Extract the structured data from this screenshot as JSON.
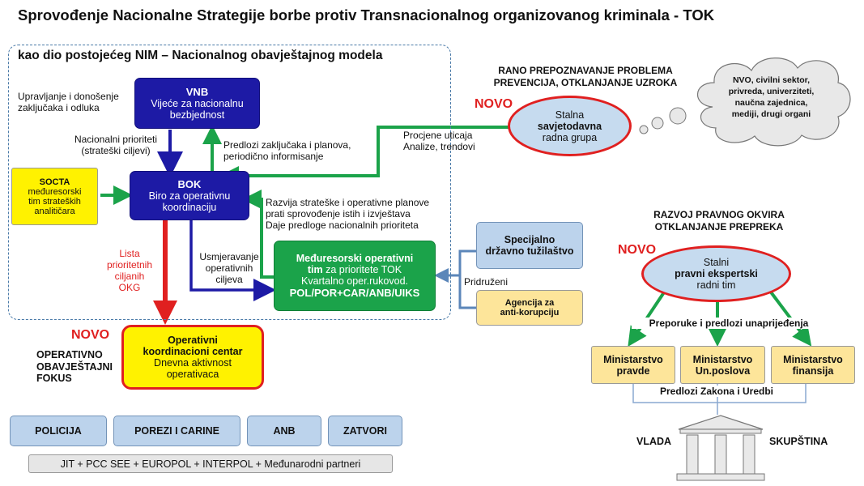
{
  "title": "Sprovođenje Nacionalne Strategije borbe protiv Transnacionalnog organizovanog kriminala - TOK",
  "frame_title": "kao dio postojećeg NIM – Nacionalnog obavještajnog modela",
  "vnb": {
    "title": "VNB",
    "line1": "Vijeće za nacionalnu",
    "line2": "bezbjednost"
  },
  "bok": {
    "title": "BOK",
    "line1": "Biro za operativnu",
    "line2": "koordinaciju"
  },
  "socta": {
    "title": "SOCTA",
    "line1": "međuresorski",
    "line2": "tim strateških",
    "line3": "analitičara"
  },
  "mot": {
    "line1a": "Međuresorski operativni",
    "line2a": "tim",
    "line2b": " za prioritete TOK",
    "line3": "Kvartalno oper.rukovod.",
    "line4": "POL/POR+CAR/ANB/UIKS"
  },
  "labels": {
    "upravljanje1": "Upravljanje  i donošenje",
    "upravljanje2": "zaključaka  i odluka",
    "prioriteti1": "Nacionalni  prioriteti",
    "prioriteti2": "(strateški ciljevi)",
    "predlozi1": "Predlozi zaključaka i planova,",
    "predlozi2": "periodično informisanje",
    "procjene1": "Procjene uticaja",
    "procjene2": "Analize, trendovi",
    "razvija1": "Razvija  strateške i operativne planove",
    "razvija2": "prati sprovođenje  istih i izvještava",
    "razvija3": "Daje predloge nacionalnih  prioriteta",
    "lista1": "Lista",
    "lista2": "prioritetnih",
    "lista3": "ciljanih",
    "lista4": "OKG",
    "usmjer1": "Usmjeravanje",
    "usmjer2": "operativnih",
    "usmjer3": "ciljeva",
    "pridruzeni": "Pridruženi"
  },
  "rano": {
    "line1": "RANO PREPOZNAVANJE PROBLEMA",
    "line2": "PREVENCIJA, OTKLANJANJE UZROKA"
  },
  "novo": "NOVO",
  "savjet": {
    "line1": "Stalna",
    "line2": "savjetodavna",
    "line3": "radna grupa"
  },
  "cloud": {
    "line1": "NVO, civilni sektor,",
    "line2": "privreda, univerziteti,",
    "line3": "naučna zajednica,",
    "line4": "mediji, drugi organi"
  },
  "specijalno": {
    "line1": "Specijalno",
    "line2": "državno tužilaštvo"
  },
  "agencija": {
    "line1": "Agencija za",
    "line2": "anti-korupciju"
  },
  "razvoj": {
    "line1": "RAZVOJ PRAVNOG OKVIRA",
    "line2": "OTKLANJANJE PREPREKA"
  },
  "pravni": {
    "line1": "Stalni",
    "line2": "pravni ekspertski",
    "line3": "radni tim"
  },
  "preporuke": "Preporuke i predlozi unaprijeđenja",
  "ministarstva": [
    {
      "line1": "Ministarstvo",
      "line2": "pravde"
    },
    {
      "line1": "Ministarstvo",
      "line2": "Un.poslova"
    },
    {
      "line1": "Ministarstvo",
      "line2": "finansija"
    }
  ],
  "predlozi_zakona": "Predlozi Zakona i Uredbi",
  "vlada": "VLADA",
  "skupstina": "SKUPŠTINA",
  "okc": {
    "line1": "Operativni",
    "line2": "koordinacioni centar",
    "line3": "Dnevna aktivnost",
    "line4": "operativaca"
  },
  "fokus": {
    "line1": "OPERATIVNO",
    "line2": "OBAVJEŠTAJNI",
    "line3": "FOKUS"
  },
  "agencies": [
    "POLICIJA",
    "POREZI I CARINE",
    "ANB",
    "ZATVORI"
  ],
  "partners": "JIT + PCC SEE + EUROPOL + INTERPOL + Međunarodni partneri",
  "colors": {
    "navy": "#1d1aa5",
    "green": "#1ba34a",
    "red": "#e02020",
    "yellow": "#fff200",
    "lightblue": "#bcd3ec",
    "peach": "#fde59a"
  }
}
